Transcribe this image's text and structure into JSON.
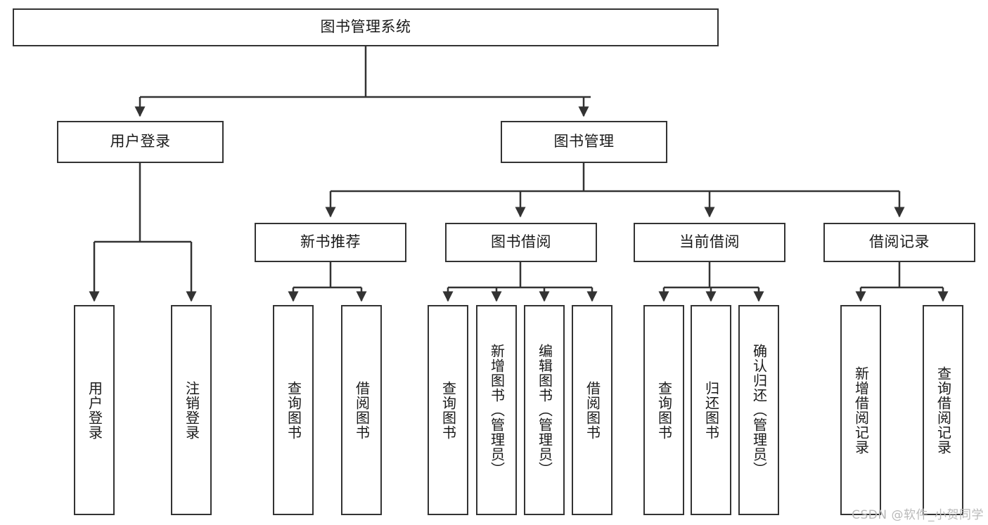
{
  "diagram": {
    "title_node": {
      "label": "图书管理系统"
    },
    "level2": [
      {
        "id": "user-login",
        "label": "用户登录"
      },
      {
        "id": "book-management",
        "label": "图书管理"
      }
    ],
    "level3": [
      {
        "id": "new-book-recommend",
        "label": "新书推荐"
      },
      {
        "id": "book-borrow",
        "label": "图书借阅"
      },
      {
        "id": "current-borrow",
        "label": "当前借阅"
      },
      {
        "id": "borrow-record",
        "label": "借阅记录"
      }
    ],
    "leaves": {
      "user_login": [
        {
          "id": "leaf-user-login",
          "label": "用户登录"
        },
        {
          "id": "leaf-logout-login",
          "label": "注销登录"
        }
      ],
      "new_book_recommend": [
        {
          "id": "leaf-query-book-1",
          "label": "查询图书"
        },
        {
          "id": "leaf-borrow-book-1",
          "label": "借阅图书"
        }
      ],
      "book_borrow": [
        {
          "id": "leaf-query-book-2",
          "label": "查询图书"
        },
        {
          "id": "leaf-add-book-admin",
          "label": "新增图书（管理员）"
        },
        {
          "id": "leaf-edit-book-admin",
          "label": "编辑图书（管理员）"
        },
        {
          "id": "leaf-borrow-book-2",
          "label": "借阅图书"
        }
      ],
      "current_borrow": [
        {
          "id": "leaf-query-book-3",
          "label": "查询图书"
        },
        {
          "id": "leaf-return-book",
          "label": "归还图书"
        },
        {
          "id": "leaf-confirm-return-admin",
          "label": "确认归还（管理员）"
        }
      ],
      "borrow_record": [
        {
          "id": "leaf-add-borrow-record",
          "label": "新增借阅记录"
        },
        {
          "id": "leaf-query-borrow-record",
          "label": "查询借阅记录"
        }
      ]
    }
  },
  "watermark": {
    "text": "CSDN @软件_小贺同学"
  },
  "colors": {
    "line": "#333333",
    "box_fill": "#ffffff",
    "text": "#1a1a1a",
    "watermark": "#b9b9b9"
  }
}
